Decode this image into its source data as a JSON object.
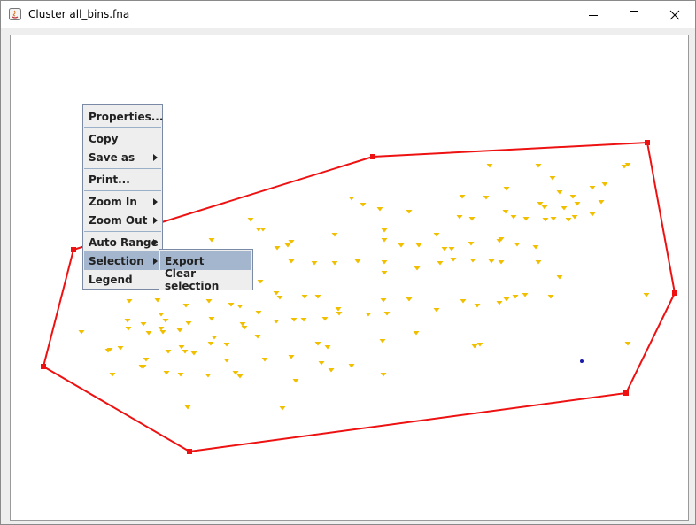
{
  "window": {
    "title": "Cluster all_bins.fna",
    "minimize_icon": "minimize-icon",
    "maximize_icon": "maximize-icon",
    "close_icon": "close-icon"
  },
  "colors": {
    "selection_polygon": "#ee1111",
    "points": "#f0c000",
    "highlight_point": "#1a1aa8",
    "menu_highlight": "#a3b6cd"
  },
  "context_menu": {
    "properties": "Properties...",
    "copy": "Copy",
    "save_as": "Save as",
    "print": "Print...",
    "zoom_in": "Zoom In",
    "zoom_out": "Zoom Out",
    "auto_range": "Auto Range",
    "selection": "Selection",
    "legend": "Legend"
  },
  "submenu": {
    "export": "Export",
    "clear_selection": "Clear selection"
  }
}
